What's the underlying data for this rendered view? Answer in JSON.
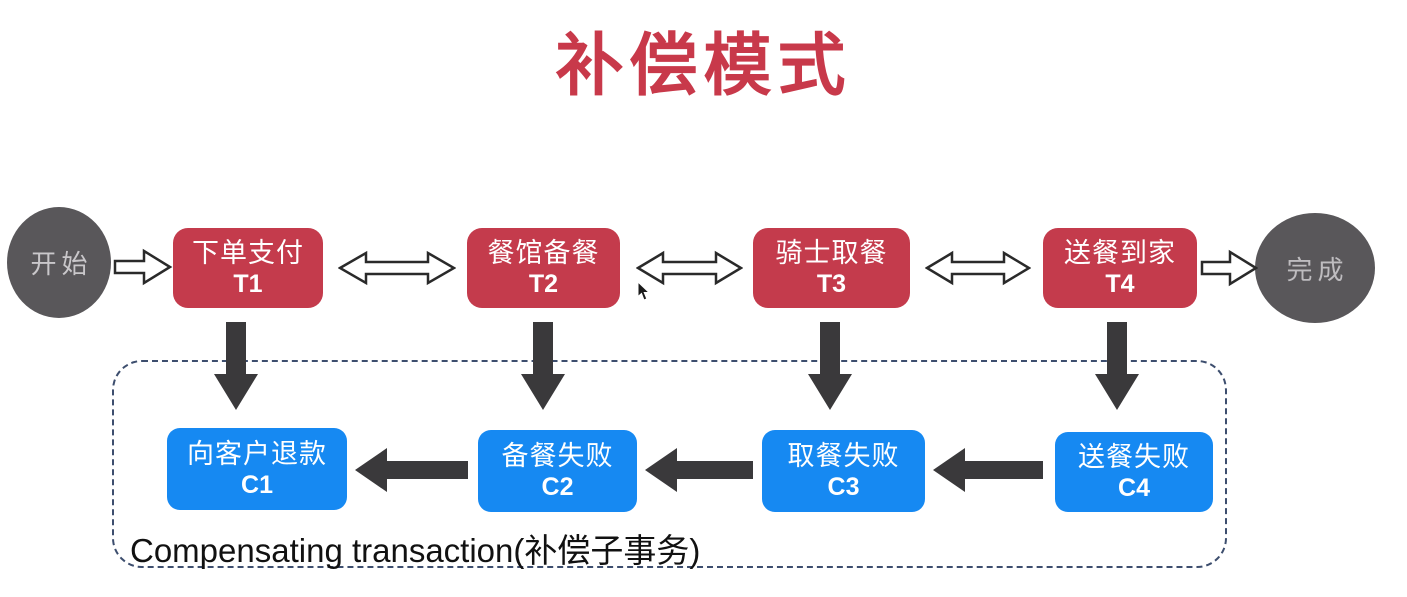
{
  "title": "补偿模式",
  "start_node": {
    "label": "开始"
  },
  "end_node": {
    "label": "完成"
  },
  "transactions": [
    {
      "label": "下单支付",
      "code": "T1"
    },
    {
      "label": "餐馆备餐",
      "code": "T2"
    },
    {
      "label": "骑士取餐",
      "code": "T3"
    },
    {
      "label": "送餐到家",
      "code": "T4"
    }
  ],
  "compensations": [
    {
      "label": "向客户退款",
      "code": "C1"
    },
    {
      "label": "备餐失败",
      "code": "C2"
    },
    {
      "label": "取餐失败",
      "code": "C3"
    },
    {
      "label": "送餐失败",
      "code": "C4"
    }
  ],
  "container_label": "Compensating transaction(补偿子事务)",
  "colors": {
    "title_red": "#c8394a",
    "transaction_red": "#c43b4c",
    "compensation_blue": "#1689f2",
    "terminal_gray": "#59575a",
    "solid_arrow": "#3a393b",
    "dashed_border": "#3d4e6e"
  }
}
